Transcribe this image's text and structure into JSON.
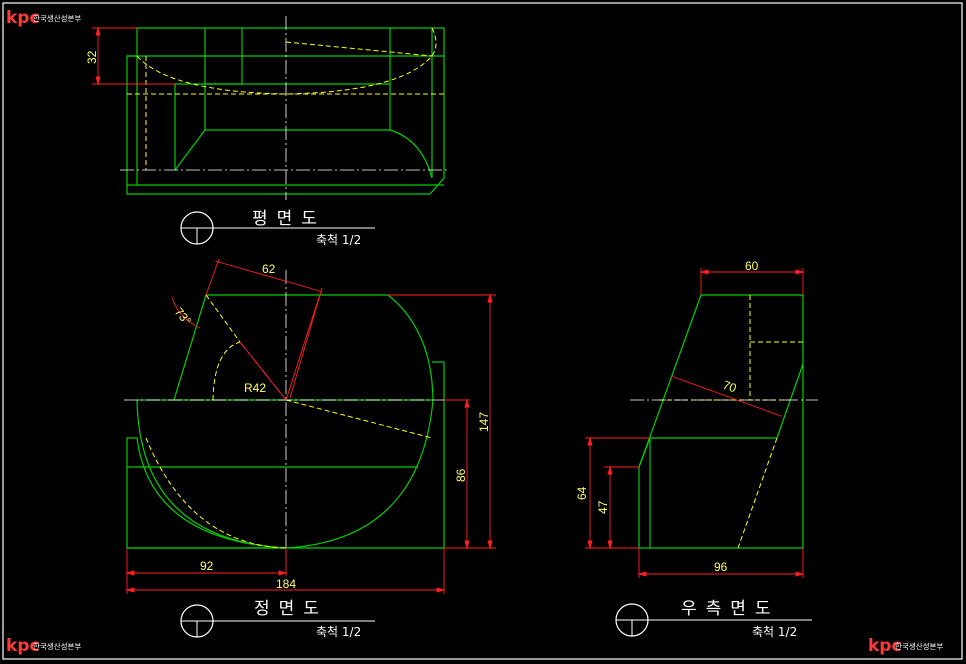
{
  "logo": {
    "mark": "kpc",
    "name": "한국생산성본부"
  },
  "views": {
    "plan": {
      "title": "평면도",
      "scale": "축척 1/2"
    },
    "front": {
      "title": "정면도",
      "scale": "축척 1/2"
    },
    "side": {
      "title": "우측면도",
      "scale": "축척 1/2"
    }
  },
  "dimensions": {
    "plan_32": "32",
    "front_62": "62",
    "front_73": "73°",
    "front_r42": "R42",
    "front_147": "147",
    "front_86": "86",
    "front_92": "92",
    "front_184": "184",
    "side_60": "60",
    "side_70": "70",
    "side_64": "64",
    "side_47": "47",
    "side_96": "96"
  },
  "colors": {
    "outline": "#00cc00",
    "hidden": "#ffff00",
    "dimension": "#ff2020",
    "center": "#ffffff",
    "cutting": "#cc33cc",
    "border": "#ffffff"
  }
}
